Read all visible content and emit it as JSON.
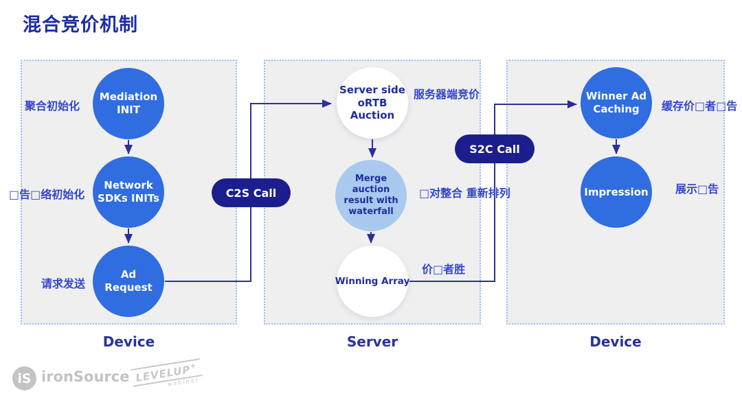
{
  "title": "混合竞价机制",
  "panels": [
    {
      "caption": "Device",
      "nodes": [
        {
          "id": "mediation-init",
          "label": "Mediation INIT"
        },
        {
          "id": "network-sdks-inits",
          "label": "Network SDKs INITs"
        },
        {
          "id": "ad-request",
          "label": "Ad Request"
        }
      ],
      "annotations": [
        {
          "text": "聚合初始化"
        },
        {
          "text": "□告□络初始化"
        },
        {
          "text": "请求发送"
        }
      ]
    },
    {
      "caption": "Server",
      "nodes": [
        {
          "id": "server-side-ortb-auction",
          "label": "Server side oRTB Auction"
        },
        {
          "id": "merge-auction-result-with-waterfall",
          "label": "Merge auction result with waterfall"
        },
        {
          "id": "winning-array",
          "label": "Winning Array"
        }
      ],
      "annotations": [
        {
          "text": "服务器端竞价"
        },
        {
          "text": "□对整合 重新排列"
        },
        {
          "text": "价□者胜"
        }
      ]
    },
    {
      "caption": "Device",
      "nodes": [
        {
          "id": "winner-ad-caching",
          "label": "Winner Ad Caching"
        },
        {
          "id": "impression",
          "label": "Impression"
        }
      ],
      "annotations": [
        {
          "text": "缓存价□者□告"
        },
        {
          "text": "展示□告"
        }
      ]
    }
  ],
  "calls": [
    {
      "label": "C2S Call"
    },
    {
      "label": "S2C Call"
    }
  ],
  "footer": {
    "ironsource_monogram": "iS",
    "ironsource_wordmark": "ironSource",
    "levelup_wordmark": "LEVELUP",
    "levelup_plus": "+",
    "levelup_sub": "webinar"
  },
  "colors": {
    "node_blue": "#2f6de0",
    "node_light_blue": "#a9c9ef",
    "node_white": "#ffffff",
    "pill_navy": "#1b1e8c",
    "connector_navy": "#2b2f96",
    "annotation_blue": "#3346cc",
    "heading_navy": "#1e2ba4",
    "panel_background": "#efeff0",
    "panel_border": "#9abdf4",
    "logo_gray": "#c3c3c3"
  }
}
